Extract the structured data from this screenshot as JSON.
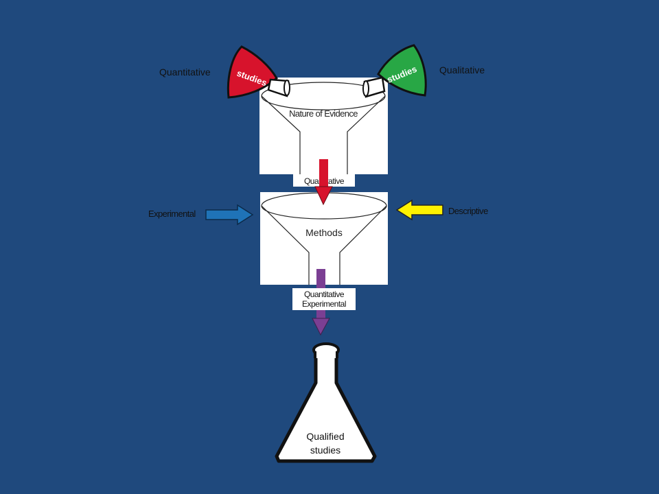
{
  "colors": {
    "background": "#1f497d",
    "red_flask": "#d7132c",
    "green_flask": "#28a745",
    "red_arrow": "#d7132c",
    "purple_arrow": "#7b3f93",
    "blue_arrow": "#1f73b7",
    "yellow_arrow": "#fff200"
  },
  "labels": {
    "quantitative_source": "Quantitative",
    "qualitative_source": "Qualitative",
    "studies_red": "studies",
    "studies_green": "studies",
    "funnel1": "Nature of Evidence",
    "output1": "Quantitative",
    "experimental": "Experimental",
    "descriptive": "Descriptive",
    "funnel2": "Methods",
    "output2_line1": "Quantitative",
    "output2_line2": "Experimental",
    "result_line1": "Qualified",
    "result_line2": "studies"
  }
}
